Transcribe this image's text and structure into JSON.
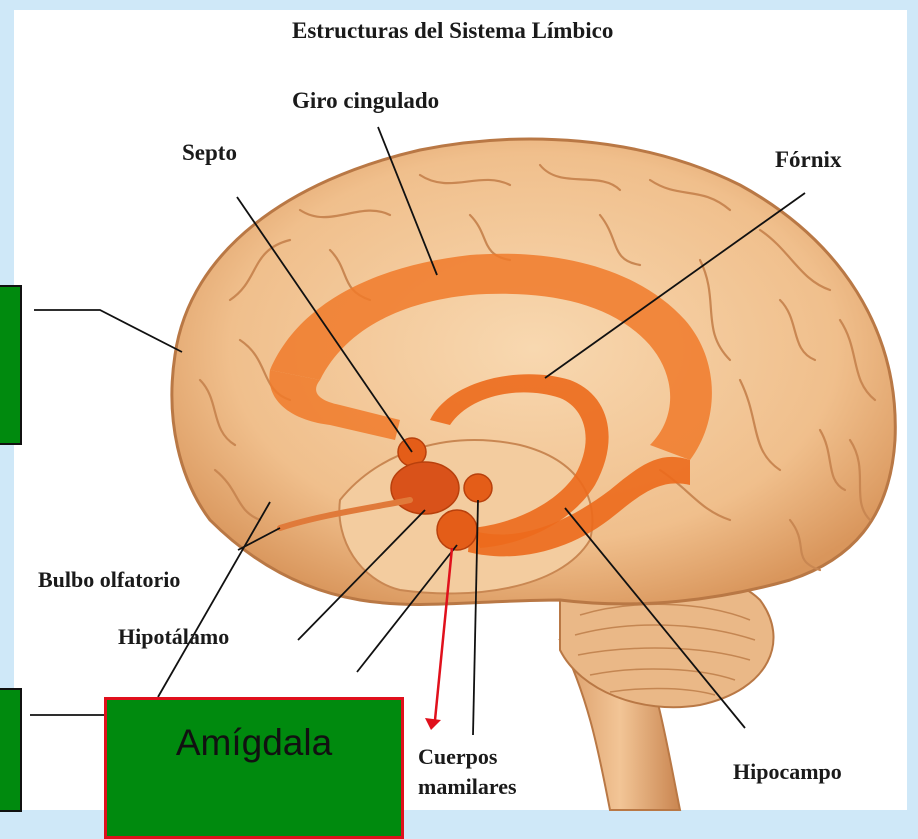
{
  "title": "Estructuras del Sistema Límbico",
  "labels": {
    "giro_cingulado": "Giro cingulado",
    "septo": "Septo",
    "fornix": "Fórnix",
    "bulbo_olfatorio": "Bulbo olfatorio",
    "hipotalamo": "Hipotálamo",
    "cuerpos_line1": "Cuerpos",
    "cuerpos_line2": "mamilares",
    "hipocampo": "Hipocampo"
  },
  "boxes": {
    "amigdala": "Amígdala"
  },
  "colors": {
    "background": "#cfe8f8",
    "box_green": "#008a0e",
    "box_border_red": "#e0101c",
    "arrow_red": "#e0101c",
    "brain_tan": "#f2c596",
    "limbic_orange": "#f07a2a"
  }
}
